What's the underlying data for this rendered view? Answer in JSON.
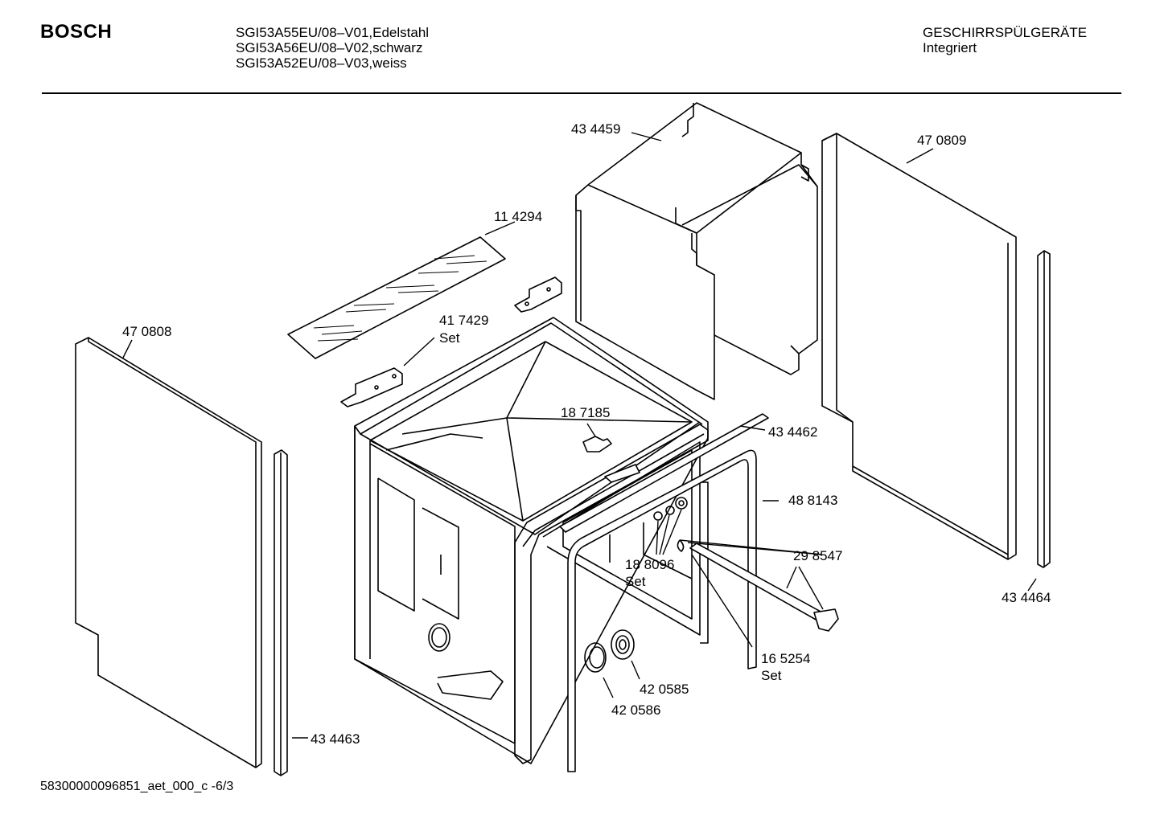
{
  "header": {
    "brand": "BOSCH",
    "models": [
      "SGI53A55EU/08–V01,Edelstahl",
      "SGI53A56EU/08–V02,schwarz",
      "SGI53A52EU/08–V03,weiss"
    ],
    "category": "GESCHIRRSPÜLGERÄTE",
    "subcategory": "Integriert"
  },
  "parts": {
    "p434459": "43 4459",
    "p470809": "47 0809",
    "p114294": "11 4294",
    "p417429": "41 7429",
    "p417429_set": "Set",
    "p470808": "47 0808",
    "p187185": "18 7185",
    "p434462": "43 4462",
    "p488143": "48 8143",
    "p298547": "29 8547",
    "p188096": "18 8096",
    "p188096_set": "Set",
    "p434464": "43 4464",
    "p165254": "16 5254",
    "p165254_set": "Set",
    "p420585": "42 0585",
    "p420586": "42 0586",
    "p434463": "43 4463"
  },
  "footer": {
    "doc_id": "58300000096851_aet_000_c  -6/3"
  }
}
